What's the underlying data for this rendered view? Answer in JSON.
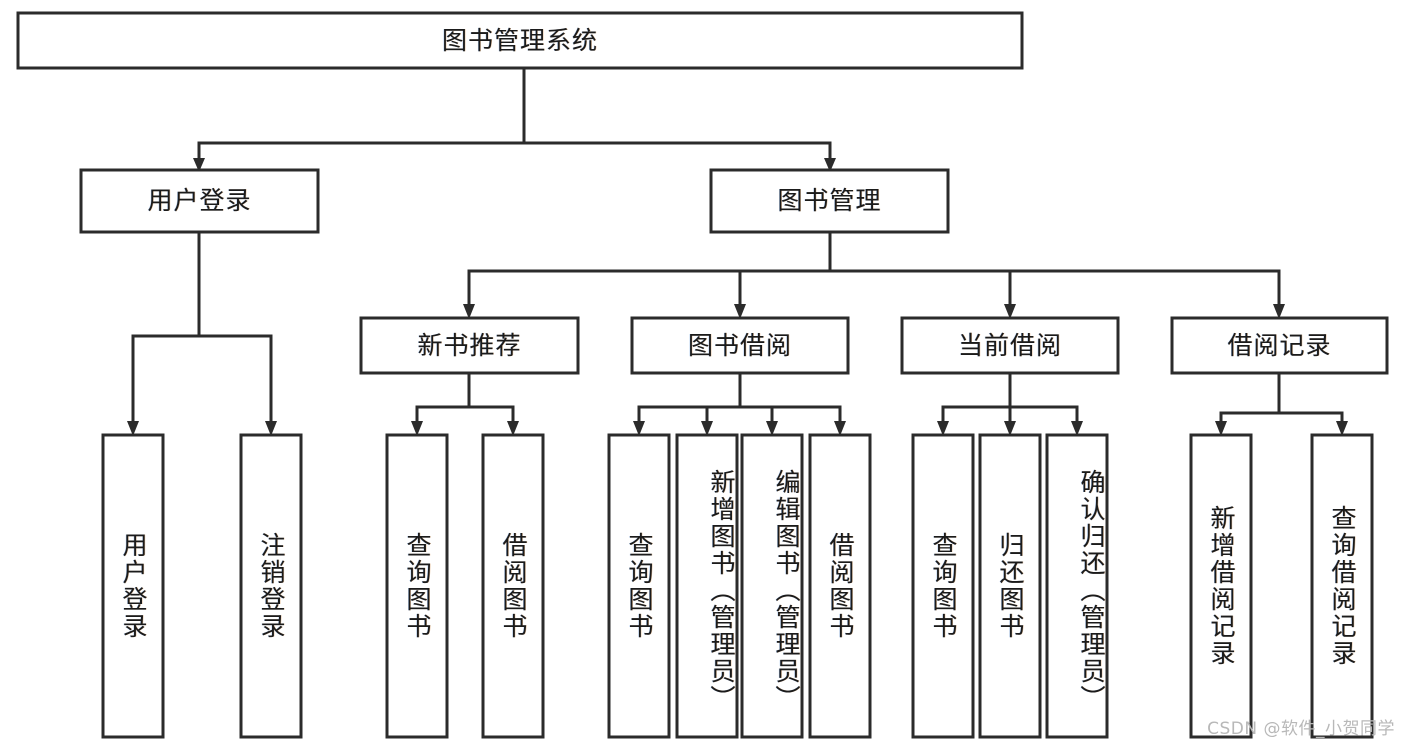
{
  "diagram": {
    "type": "tree",
    "orientation": "top-down",
    "title": "图书管理系统",
    "style": {
      "box_fill": "#ffffff",
      "box_stroke": "#2b2b2b",
      "line_color": "#2b2b2b",
      "text_color": "#1b1b1b",
      "background": "#ffffff",
      "watermark_color": "#b8b8b8"
    },
    "levels": {
      "level1": [
        "图书管理系统"
      ],
      "level2": [
        "用户登录",
        "图书管理"
      ],
      "level3": [
        "新书推荐",
        "图书借阅",
        "当前借阅",
        "借阅记录"
      ],
      "level4": [
        "用户登录",
        "注销登录",
        "查询图书",
        "借阅图书",
        "查询图书",
        "新增图书（管理员）",
        "编辑图书（管理员）",
        "借阅图书",
        "查询图书",
        "归还图书",
        "确认归还（管理员）",
        "新增借阅记录",
        "查询借阅记录"
      ]
    },
    "nodes": {
      "root": {
        "label": "图书管理系统"
      },
      "user_login": {
        "label": "用户登录"
      },
      "book_mgmt": {
        "label": "图书管理"
      },
      "new_book_rec": {
        "label": "新书推荐"
      },
      "book_borrow": {
        "label": "图书借阅"
      },
      "current_borrow": {
        "label": "当前借阅"
      },
      "borrow_record": {
        "label": "借阅记录"
      },
      "leaf_user_login": {
        "label": "用户登录"
      },
      "leaf_logout": {
        "label": "注销登录"
      },
      "leaf_query_book_a": {
        "label": "查询图书"
      },
      "leaf_borrow_book_a": {
        "label": "借阅图书"
      },
      "leaf_query_book_b": {
        "label": "查询图书"
      },
      "leaf_add_book": {
        "label": "新增图书（管理员）"
      },
      "leaf_edit_book": {
        "label": "编辑图书（管理员）"
      },
      "leaf_borrow_book_b": {
        "label": "借阅图书"
      },
      "leaf_query_book_c": {
        "label": "查询图书"
      },
      "leaf_return_book": {
        "label": "归还图书"
      },
      "leaf_confirm_return": {
        "label": "确认归还（管理员）"
      },
      "leaf_add_record": {
        "label": "新增借阅记录"
      },
      "leaf_query_record": {
        "label": "查询借阅记录"
      }
    },
    "edges": [
      {
        "from": "root",
        "to": "user_login"
      },
      {
        "from": "root",
        "to": "book_mgmt"
      },
      {
        "from": "user_login",
        "to": "leaf_user_login"
      },
      {
        "from": "user_login",
        "to": "leaf_logout"
      },
      {
        "from": "book_mgmt",
        "to": "new_book_rec"
      },
      {
        "from": "book_mgmt",
        "to": "book_borrow"
      },
      {
        "from": "book_mgmt",
        "to": "current_borrow"
      },
      {
        "from": "book_mgmt",
        "to": "borrow_record"
      },
      {
        "from": "new_book_rec",
        "to": "leaf_query_book_a"
      },
      {
        "from": "new_book_rec",
        "to": "leaf_borrow_book_a"
      },
      {
        "from": "book_borrow",
        "to": "leaf_query_book_b"
      },
      {
        "from": "book_borrow",
        "to": "leaf_add_book"
      },
      {
        "from": "book_borrow",
        "to": "leaf_edit_book"
      },
      {
        "from": "book_borrow",
        "to": "leaf_borrow_book_b"
      },
      {
        "from": "current_borrow",
        "to": "leaf_query_book_c"
      },
      {
        "from": "current_borrow",
        "to": "leaf_return_book"
      },
      {
        "from": "current_borrow",
        "to": "leaf_confirm_return"
      },
      {
        "from": "borrow_record",
        "to": "leaf_add_record"
      },
      {
        "from": "borrow_record",
        "to": "leaf_query_record"
      }
    ]
  },
  "watermark": {
    "text": "CSDN @软件_小贺同学"
  }
}
